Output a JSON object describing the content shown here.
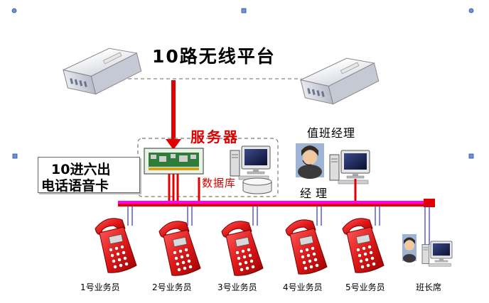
{
  "title": "10路无线平台",
  "server": {
    "label": "服务器",
    "database_label": "数据库"
  },
  "voice_card": {
    "line1": "10进六出",
    "line2": "电话语音卡"
  },
  "manager": {
    "title": "值班经理",
    "name": "经理"
  },
  "stations": [
    {
      "label": "1号业务员"
    },
    {
      "label": "2号业务员"
    },
    {
      "label": "3号业务员"
    },
    {
      "label": "4号业务员"
    },
    {
      "label": "5号业务员"
    },
    {
      "label": "班长席"
    }
  ],
  "colors": {
    "link": "#e00000",
    "bus_top": "#ff00ff",
    "bus_bottom": "#e00000",
    "drop": "#3333cc",
    "phone": "#e01818"
  },
  "icons": {
    "gateway": "wireless-gateway-icon",
    "card": "voice-card-icon",
    "pc": "desktop-computer-icon",
    "db": "database-icon",
    "person": "operator-headset-icon",
    "phone": "telephone-icon"
  }
}
